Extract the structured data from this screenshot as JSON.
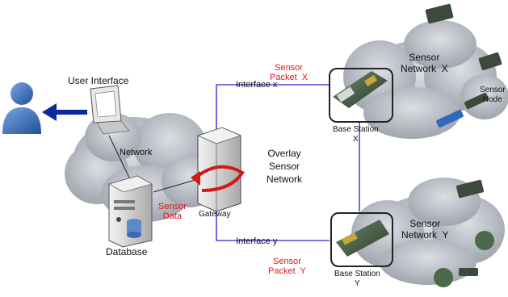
{
  "labels": {
    "user_interface": "User Interface",
    "network": "Network",
    "database": "Database",
    "sensor_data": "Sensor\nData",
    "gateway": "Gateway",
    "overlay": "Overlay\nSensor\nNetwork",
    "interface_x": "Interface x",
    "interface_y": "Interface y",
    "sensor_packet_x": "Sensor\nPacket  X",
    "sensor_packet_y": "Sensor\nPacket  Y",
    "base_station_x": "Base Station\nX",
    "base_station_y": "Base Station\nY",
    "sensor_network_x": "Sensor\nNetwork  X",
    "sensor_network_y": "Sensor\nNetwork  Y",
    "sensor_node": "Sensor\nNode"
  },
  "colors": {
    "link_line": "#4a4ad8",
    "arrow": "#0a2a9c",
    "label_red": "#e01818",
    "cloud": "#9aa0aa"
  }
}
